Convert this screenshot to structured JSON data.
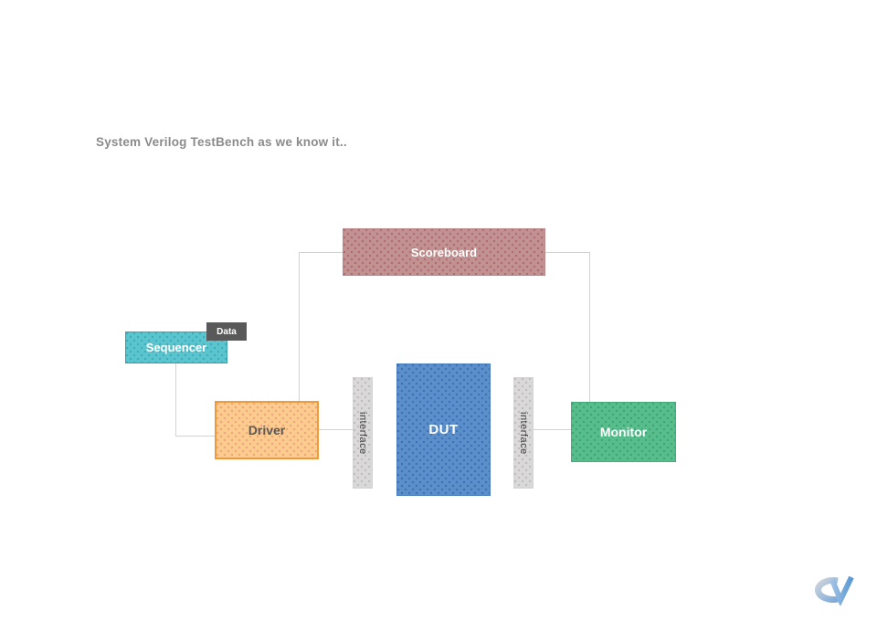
{
  "slide": {
    "title": "System Verilog TestBench as we know it..",
    "title_color": "#8b8b8b",
    "background": "#ffffff"
  },
  "diagram": {
    "connector_color": "#d2d2d2",
    "blocks": {
      "scoreboard": {
        "label": "Scoreboard",
        "fill": "#c29191",
        "dot": "#b06c6c",
        "text_color": "#ffffff",
        "border": "#bb8989"
      },
      "sequencer": {
        "label": "Sequencer",
        "fill": "#5ac5ce",
        "dot": "#3fadb8",
        "text_color": "#ffffff",
        "border": "#38a3b0"
      },
      "data_tag": {
        "label": "Data",
        "fill": "#595959",
        "text_color": "#ffffff",
        "border": "#595959"
      },
      "driver": {
        "label": "Driver",
        "fill": "#fccb8e",
        "dot": "#f0a37e",
        "text_color": "#595959",
        "border": "#ef9a3b"
      },
      "interface_left": {
        "label": "interface",
        "fill": "#d9d9d9",
        "dot": "#c3bac0",
        "text_color": "#3f3f3f",
        "border": "#d2d2d2"
      },
      "dut": {
        "label": "DUT",
        "fill": "#5a8fca",
        "dot": "#4070b3",
        "text_color": "#ffffff",
        "border": "#4a7fbe"
      },
      "interface_right": {
        "label": "interface",
        "fill": "#d9d9d9",
        "dot": "#c3bac0",
        "text_color": "#3f3f3f",
        "border": "#d2d2d2"
      },
      "monitor": {
        "label": "Monitor",
        "fill": "#57bd8b",
        "dot": "#3ea478",
        "text_color": "#ffffff",
        "border": "#45ad7c"
      }
    }
  },
  "logo": {
    "name": "CV",
    "c_color_start": "#cdd4dc",
    "c_color_end": "#7da9d8",
    "v_color_start": "#9fc0e4",
    "v_color_end": "#5b9bd5"
  }
}
